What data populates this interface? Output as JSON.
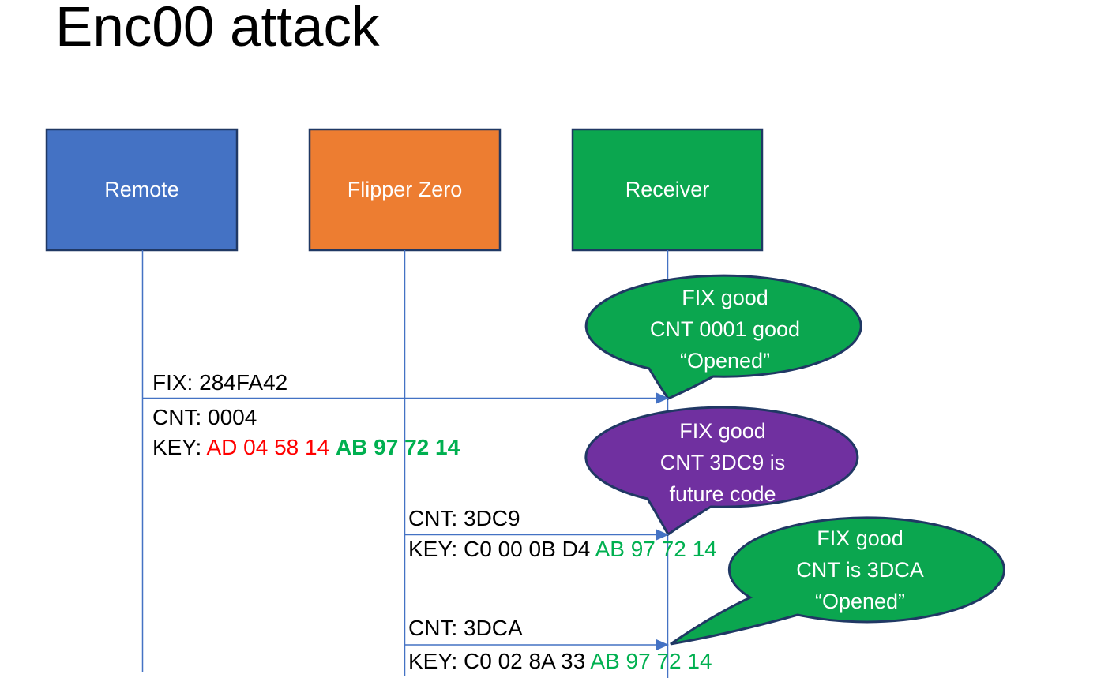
{
  "title": "Enc00 attack",
  "actors": [
    {
      "label": "Remote",
      "color": "#4472C4"
    },
    {
      "label": "Flipper Zero",
      "color": "#ED7D31"
    },
    {
      "label": "Receiver",
      "color": "#0BA64F"
    }
  ],
  "messages": [
    {
      "fix": "FIX: 284FA42",
      "cnt": "CNT: 0004",
      "key_black": "KEY: ",
      "key_red": "AD 04 58 14 ",
      "key_green": "AB 97 72 14"
    },
    {
      "cnt": "CNT: 3DC9",
      "key_black": "KEY: C0 00 0B D4 ",
      "key_green": "AB 97 72 14"
    },
    {
      "cnt": "CNT: 3DCA",
      "key_black": "KEY: C0 02 8A 33 ",
      "key_green": "AB 97 72 14"
    }
  ],
  "bubbles": [
    {
      "fill": "#0BA64F",
      "lines": [
        "FIX good",
        "CNT 0001 good",
        "“Opened”"
      ]
    },
    {
      "fill": "#7030A0",
      "lines": [
        "FIX good",
        "CNT 3DC9 is",
        "future code"
      ]
    },
    {
      "fill": "#0BA64F",
      "lines": [
        "FIX good",
        "CNT is 3DCA",
        "“Opened”"
      ]
    }
  ],
  "colors": {
    "connector": "#4472C4",
    "shape_border": "#203864",
    "key_red_text": "#FF0000",
    "key_green_text": "#00B050"
  }
}
